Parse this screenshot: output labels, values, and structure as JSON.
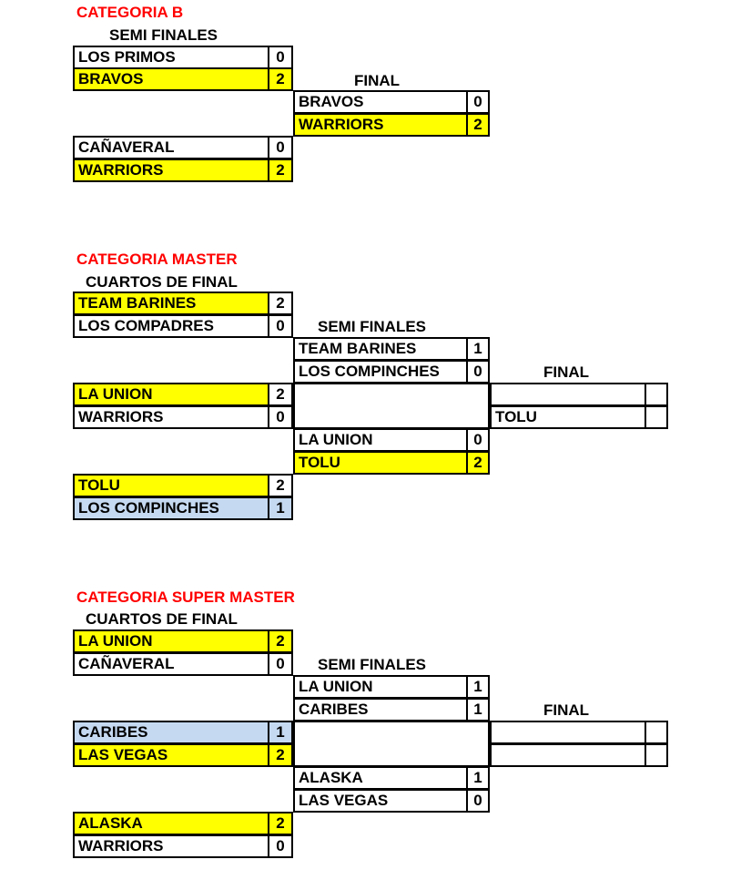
{
  "sections": [
    {
      "title": "CATEGORIA B",
      "round1_label": "SEMI FINALES",
      "round2_label": "FINAL",
      "round1": [
        {
          "team": "LOS PRIMOS",
          "score": "0"
        },
        {
          "team": "BRAVOS",
          "score": "2"
        },
        {
          "team": "CAÑAVERAL",
          "score": "0"
        },
        {
          "team": "WARRIORS",
          "score": "2"
        }
      ],
      "round2": [
        {
          "team": "BRAVOS",
          "score": "0"
        },
        {
          "team": "WARRIORS",
          "score": "2"
        }
      ]
    },
    {
      "title": "CATEGORIA MASTER",
      "round1_label": "CUARTOS DE FINAL",
      "round2_label": "SEMI FINALES",
      "round3_label": "FINAL",
      "round1": [
        {
          "team": "TEAM BARINES",
          "score": "2"
        },
        {
          "team": "LOS COMPADRES",
          "score": "0"
        },
        {
          "team": "LA UNION",
          "score": "2"
        },
        {
          "team": "WARRIORS",
          "score": "0"
        },
        {
          "team": "TOLU",
          "score": "2"
        },
        {
          "team": "LOS COMPINCHES",
          "score": "1"
        }
      ],
      "round2": [
        {
          "team": "TEAM BARINES",
          "score": "1"
        },
        {
          "team": "LOS COMPINCHES",
          "score": "0"
        },
        {
          "team": "LA UNION",
          "score": "0"
        },
        {
          "team": "TOLU",
          "score": "2"
        }
      ],
      "round3": [
        {
          "team": "",
          "score": ""
        },
        {
          "team": "TOLU",
          "score": ""
        }
      ]
    },
    {
      "title": "CATEGORIA SUPER MASTER",
      "round1_label": "CUARTOS DE FINAL",
      "round2_label": "SEMI FINALES",
      "round3_label": "FINAL",
      "round1": [
        {
          "team": "LA UNION",
          "score": "2"
        },
        {
          "team": "CAÑAVERAL",
          "score": "0"
        },
        {
          "team": "CARIBES",
          "score": "1"
        },
        {
          "team": "LAS VEGAS",
          "score": "2"
        },
        {
          "team": "ALASKA",
          "score": "2"
        },
        {
          "team": "WARRIORS",
          "score": "0"
        }
      ],
      "round2": [
        {
          "team": "LA UNION",
          "score": "1"
        },
        {
          "team": "CARIBES",
          "score": "1"
        },
        {
          "team": "ALASKA",
          "score": "1"
        },
        {
          "team": "LAS VEGAS",
          "score": "0"
        }
      ],
      "round3": [
        {
          "team": "",
          "score": ""
        },
        {
          "team": "",
          "score": ""
        }
      ]
    }
  ],
  "colors": {
    "winner_highlight": "#ffff00",
    "loser_highlight": "#c5d9f1",
    "category_title": "#ff0000"
  }
}
